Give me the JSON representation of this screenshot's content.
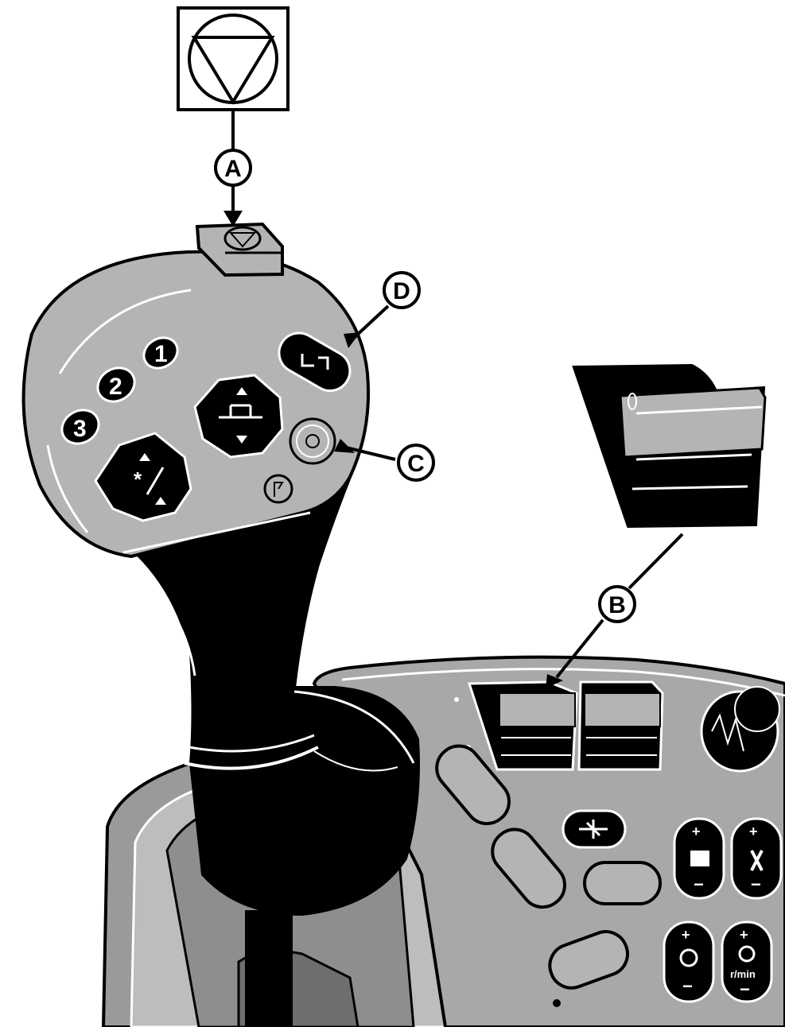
{
  "diagram": {
    "callouts": {
      "a": "A",
      "b": "B",
      "c": "C",
      "d": "D"
    },
    "lever_buttons": {
      "one": "1",
      "two": "2",
      "three": "3"
    },
    "console": {
      "rpm_label": "r/min"
    },
    "colors": {
      "panel_gray": "#b4b4b4",
      "console_gray": "#a8a8a8",
      "outline": "#000000",
      "highlight": "#ffffff"
    },
    "icons": [
      "emergency-stop-icon",
      "hitch-icon",
      "range-shift-icon"
    ]
  }
}
